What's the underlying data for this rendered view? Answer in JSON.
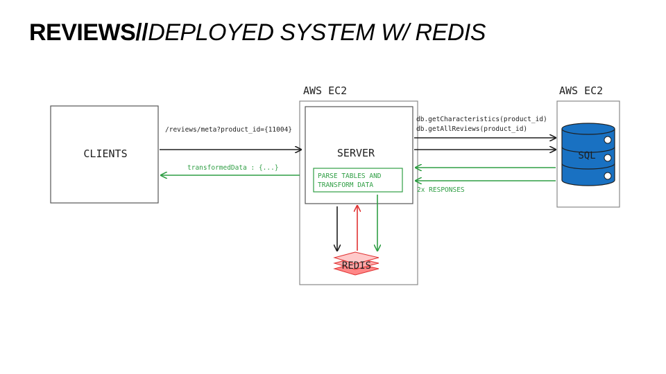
{
  "title": {
    "bold": "REVIEWS//",
    "italic": "DEPLOYED SYSTEM W/ REDIS"
  },
  "diagram": {
    "aws_label_server": "AWS EC2",
    "aws_label_db": "AWS EC2",
    "clients_label": "CLIENTS",
    "server_label": "SERVER",
    "parse_line1": "PARSE TABLES AND",
    "parse_line2": "TRANSFORM DATA",
    "sql_label": "SQL",
    "redis_label": "REDIS",
    "request_label": "/reviews/meta?product_id={11004}",
    "response_label": "transformedData : {...}",
    "query1": "db.getCharacteristics(product_id)",
    "query2": "db.getAllReviews(product_id)",
    "responses_label": "2x RESPONSES"
  },
  "colors": {
    "black": "#1e1e1e",
    "green": "#2f9e44",
    "red": "#e03131",
    "redis_fill": "#ff8787",
    "sql_fill": "#1971c2",
    "box_stroke": "#868e96"
  }
}
